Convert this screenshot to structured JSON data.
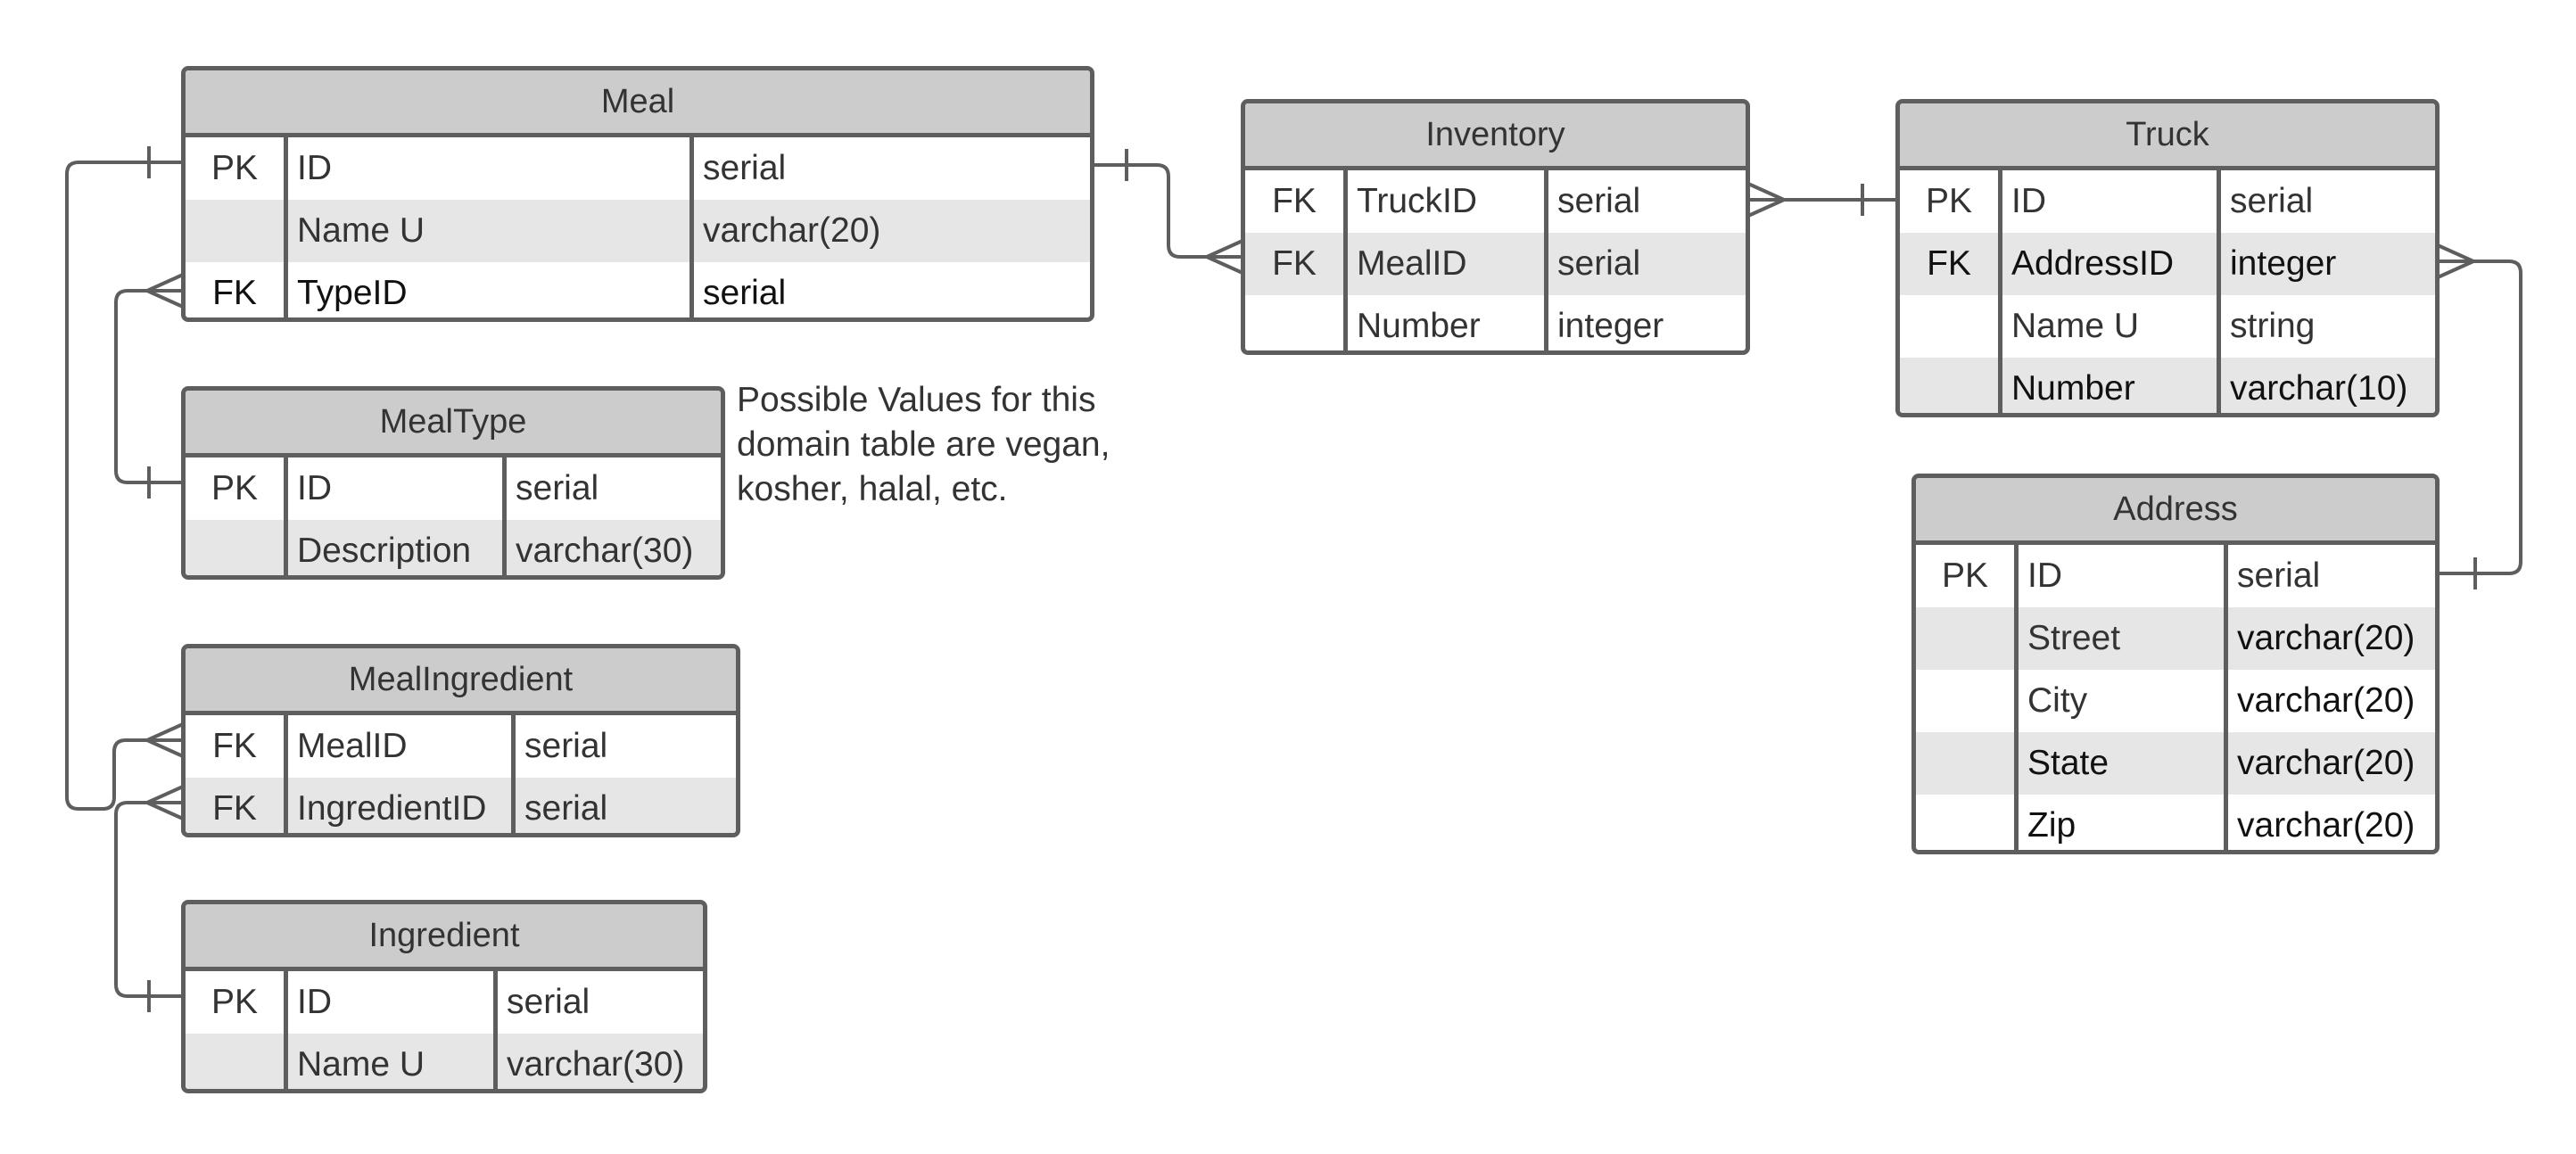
{
  "entities": {
    "meal": {
      "title": "Meal",
      "rows": [
        {
          "key": "PK",
          "name": "ID",
          "type": "serial"
        },
        {
          "key": "",
          "name": "Name U",
          "type": "varchar(20)"
        },
        {
          "key": "FK",
          "name": "TypeID",
          "type": "serial"
        }
      ]
    },
    "meal_type": {
      "title": "MealType",
      "rows": [
        {
          "key": "PK",
          "name": "ID",
          "type": "serial"
        },
        {
          "key": "",
          "name": "Description",
          "type": "varchar(30)"
        }
      ]
    },
    "meal_ingredient": {
      "title": "MealIngredient",
      "rows": [
        {
          "key": "FK",
          "name": "MealID",
          "type": "serial"
        },
        {
          "key": "FK",
          "name": "IngredientID",
          "type": "serial"
        }
      ]
    },
    "ingredient": {
      "title": "Ingredient",
      "rows": [
        {
          "key": "PK",
          "name": "ID",
          "type": "serial"
        },
        {
          "key": "",
          "name": "Name U",
          "type": "varchar(30)"
        }
      ]
    },
    "inventory": {
      "title": "Inventory",
      "rows": [
        {
          "key": "FK",
          "name": "TruckID",
          "type": "serial"
        },
        {
          "key": "FK",
          "name": "MealID",
          "type": "serial"
        },
        {
          "key": "",
          "name": "Number",
          "type": "integer"
        }
      ]
    },
    "truck": {
      "title": "Truck",
      "rows": [
        {
          "key": "PK",
          "name": "ID",
          "type": "serial"
        },
        {
          "key": "FK",
          "name": "AddressID",
          "type": "integer"
        },
        {
          "key": "",
          "name": "Name U",
          "type": "string"
        },
        {
          "key": "",
          "name": "Number",
          "type": "varchar(10)"
        }
      ]
    },
    "address": {
      "title": "Address",
      "rows": [
        {
          "key": "PK",
          "name": "ID",
          "type": "serial"
        },
        {
          "key": "",
          "name": "Street",
          "type": "varchar(20)"
        },
        {
          "key": "",
          "name": "City",
          "type": "varchar(20)"
        },
        {
          "key": "",
          "name": "State",
          "type": "varchar(20)"
        },
        {
          "key": "",
          "name": "Zip",
          "type": "varchar(20)"
        }
      ]
    }
  },
  "note": {
    "lines": [
      "Possible Values for this",
      "domain table are vegan,",
      "kosher, halal, etc."
    ]
  },
  "relationships": [
    {
      "from": "meal.ID",
      "to": "meal_ingredient.MealID",
      "cardinality": "one-to-many"
    },
    {
      "from": "meal_type.ID",
      "to": "meal.TypeID",
      "cardinality": "one-to-many"
    },
    {
      "from": "ingredient.ID",
      "to": "meal_ingredient.IngredientID",
      "cardinality": "one-to-many"
    },
    {
      "from": "meal.ID",
      "to": "inventory.MealID",
      "cardinality": "one-to-many"
    },
    {
      "from": "truck.ID",
      "to": "inventory.TruckID",
      "cardinality": "one-to-many"
    },
    {
      "from": "address.ID",
      "to": "truck.AddressID",
      "cardinality": "one-to-many"
    }
  ],
  "colors": {
    "border": "#5e5e5e",
    "header_fill": "#cccccc",
    "shaded_row": "#e6e6e6",
    "text": "#333333"
  }
}
